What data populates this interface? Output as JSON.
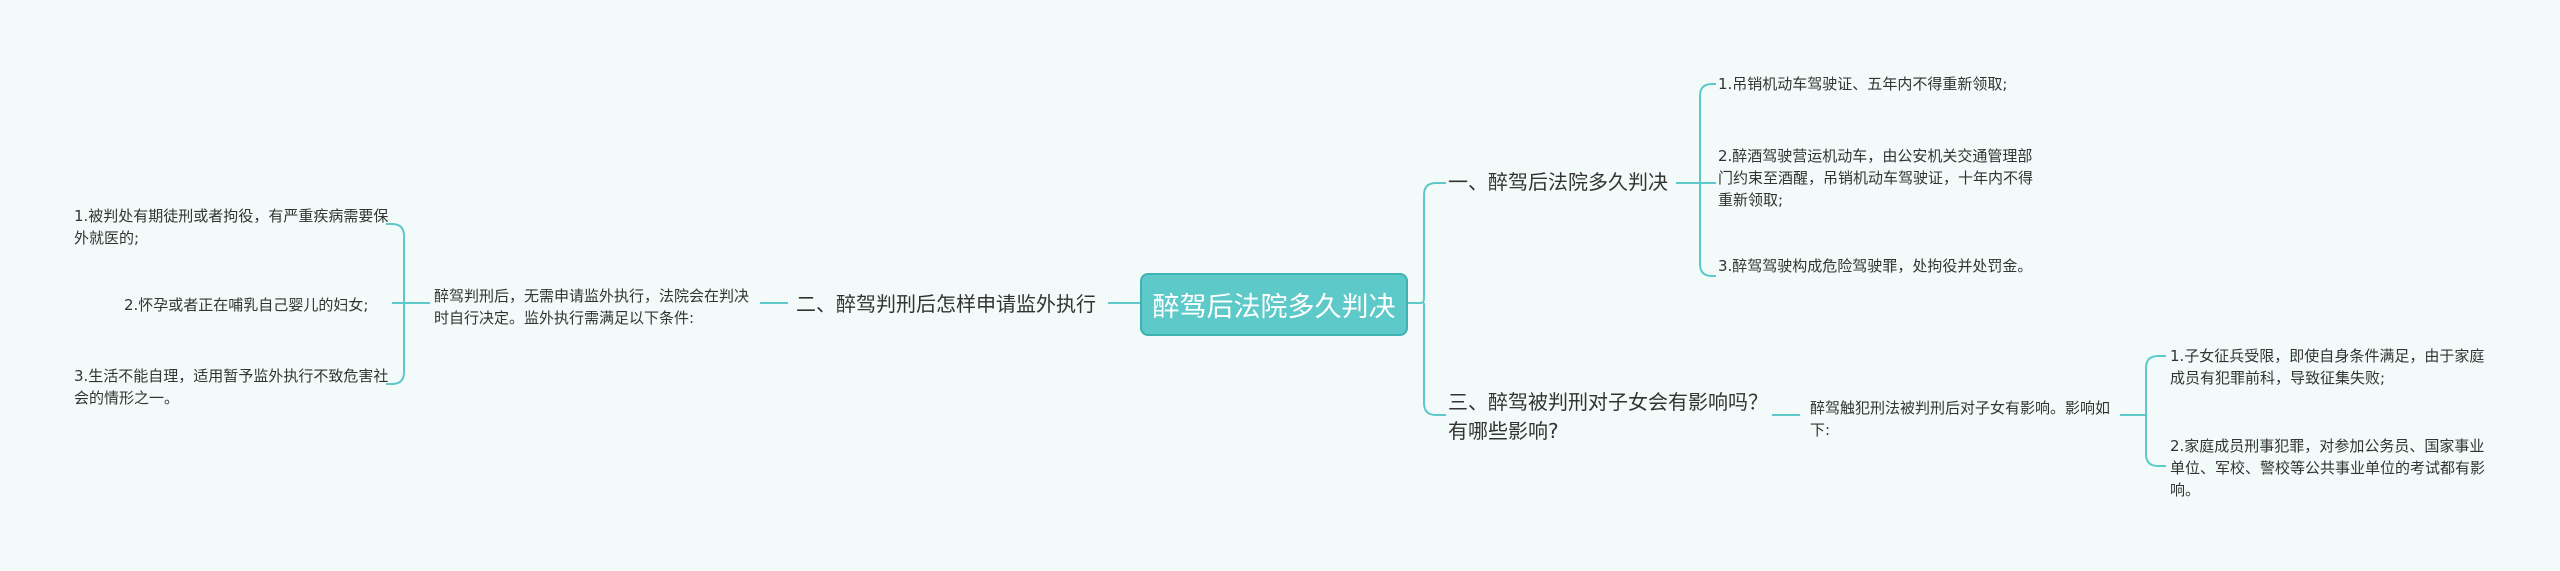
{
  "root": {
    "label": "醉驾后法院多久判决"
  },
  "branches": [
    {
      "label": "一、醉驾后法院多久判决",
      "children": [
        "1.吊销机动车驾驶证、五年内不得重新领取;",
        "2.醉酒驾驶营运机动车，由公安机关交通管理部门约束至酒醒，吊销机动车驾驶证，十年内不得重新领取;",
        "3.醉驾驾驶构成危险驾驶罪，处拘役并处罚金。"
      ]
    },
    {
      "label": "二、醉驾判刑后怎样申请监外执行",
      "intro": "醉驾判刑后，无需申请监外执行，法院会在判决时自行决定。监外执行需满足以下条件:",
      "children": [
        "1.被判处有期徒刑或者拘役，有严重疾病需要保外就医的;",
        "2.怀孕或者正在哺乳自己婴儿的妇女;",
        "3.生活不能自理，适用暂予监外执行不致危害社会的情形之一。"
      ]
    },
    {
      "label": "三、醉驾被判刑对子女会有影响吗？有哪些影响?",
      "intro": "醉驾触犯刑法被判刑后对子女有影响。影响如下:",
      "children": [
        "1.子女征兵受限，即使自身条件满足，由于家庭成员有犯罪前科，导致征集失败;",
        "2.家庭成员刑事犯罪，对参加公务员、国家事业单位、军校、警校等公共事业单位的考试都有影响。"
      ]
    }
  ],
  "colors": {
    "root_fill": "#5ec9c9",
    "line": "#5ec9c9",
    "background": "#f2fbf9"
  }
}
